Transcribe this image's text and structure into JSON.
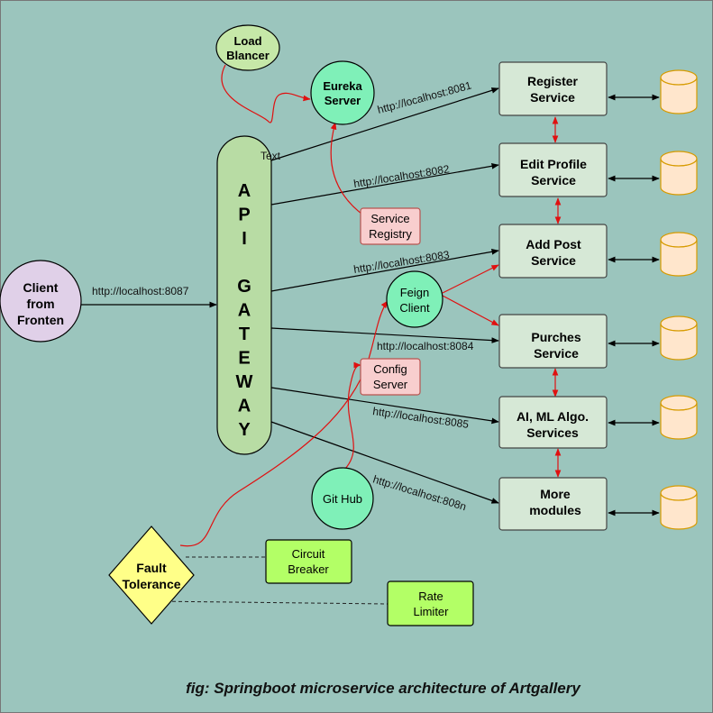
{
  "gateway": {
    "letters": [
      "A",
      "P",
      "I",
      "",
      "G",
      "A",
      "T",
      "E",
      "W",
      "A",
      "Y"
    ],
    "text_tag": "Text"
  },
  "client": {
    "lines": [
      "Client",
      "from",
      "Fronten"
    ]
  },
  "load_balancer": {
    "lines": [
      "Load",
      "Blancer"
    ]
  },
  "eureka": {
    "lines": [
      "Eureka",
      "Server"
    ]
  },
  "service_registry": {
    "lines": [
      "Service",
      "Registry"
    ]
  },
  "feign": {
    "lines": [
      "Feign",
      "Client"
    ]
  },
  "config_server": {
    "lines": [
      "Config",
      "Server"
    ]
  },
  "git_hub": {
    "label": "Git Hub"
  },
  "fault_tolerance": {
    "lines": [
      "Fault",
      "Tolerance"
    ]
  },
  "circuit_breaker": {
    "lines": [
      "Circuit",
      "Breaker"
    ]
  },
  "rate_limiter": {
    "lines": [
      "Rate",
      "Limiter"
    ]
  },
  "services": [
    {
      "lines": [
        "Register",
        "Service"
      ]
    },
    {
      "lines": [
        "Edit Profile",
        "Service"
      ]
    },
    {
      "lines": [
        "Add Post",
        "Service"
      ]
    },
    {
      "lines": [
        "Purches",
        "Service"
      ]
    },
    {
      "lines": [
        "AI, ML Algo.",
        "Services"
      ]
    },
    {
      "lines": [
        "More",
        "modules"
      ]
    }
  ],
  "urls": {
    "client": "http://localhost:8087",
    "s1": "http://localhost:8081",
    "s2": "http://localhost:8082",
    "s3": "http://localhost:8083",
    "s4": "http://localhost:8084",
    "s5": "http://localhost:8085",
    "s6": "http://localhost:808n"
  },
  "caption": "fig: Springboot microservice architecture of Artgallery",
  "colors": {
    "background": "#9bc5bd",
    "gateway_fill": "#b8dca4",
    "client_fill": "#e0d0e8",
    "eureka_fill": "#7ff0b8",
    "load_balancer_fill": "#c6e8a8",
    "service_fill": "#d6e8d6",
    "registry_fill": "#f8cece",
    "fault_fill": "#ffff88",
    "tool_fill": "#b3ff66",
    "db_fill": "#ffe6cc",
    "db_stroke": "#d79b00",
    "red_link": "#e01010"
  }
}
